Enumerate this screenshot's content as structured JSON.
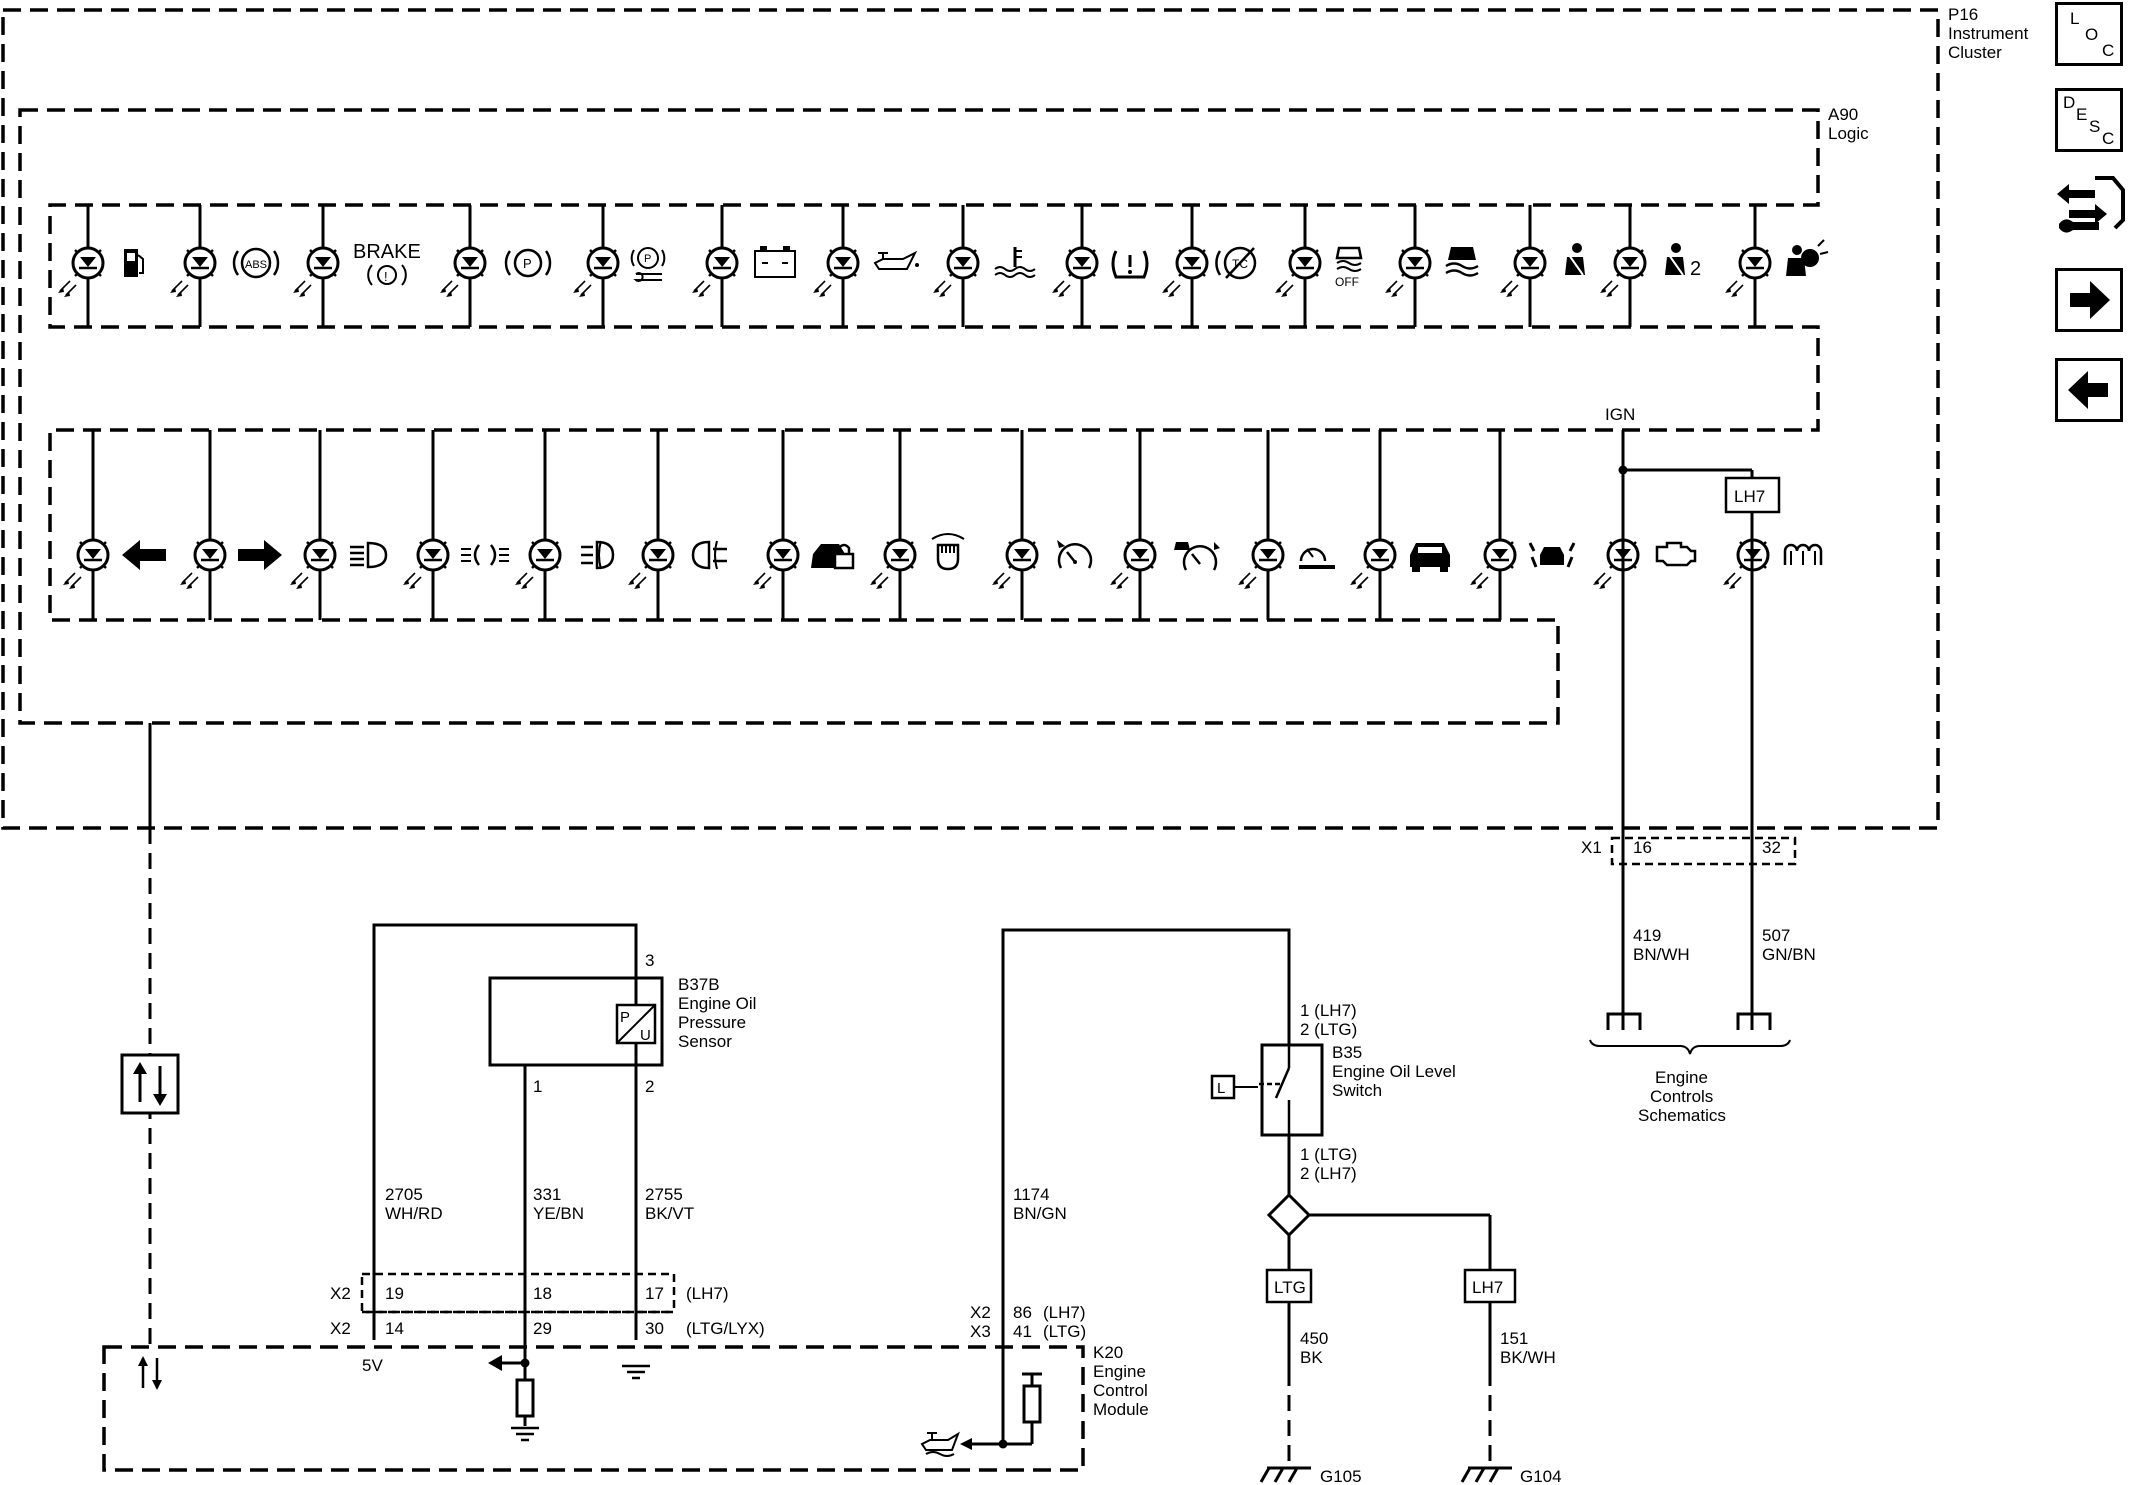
{
  "components": {
    "p16": {
      "id": "P16",
      "name_line1": "Instrument",
      "name_line2": "Cluster"
    },
    "a90": {
      "id": "A90",
      "name": "Logic"
    },
    "b37b": {
      "id": "B37B",
      "name_line1": "Engine Oil",
      "name_line2": "Pressure",
      "name_line3": "Sensor",
      "pin_signal": "1",
      "pin_low_ref": "2",
      "pin_5v": "3"
    },
    "b35": {
      "id": "B35",
      "name_line1": "Engine Oil Level",
      "name_line2": "Switch",
      "pin_top_1": "1 (LH7)",
      "pin_top_2": "2 (LTG)",
      "pin_bot_1": "1 (LTG)",
      "pin_bot_2": "2 (LH7)"
    },
    "k20": {
      "id": "K20",
      "name_line1": "Engine",
      "name_line2": "Control",
      "name_line3": "Module"
    }
  },
  "labels": {
    "brake": "BRAKE",
    "ign": "IGN",
    "lh7_box": "LH7",
    "ltg_box": "LTG",
    "lh7_box_ground": "LH7",
    "traction_off": "OFF",
    "seat_two": "2",
    "five_v": "5V",
    "engine_controls_1": "Engine",
    "engine_controls_2": "Controls",
    "engine_controls_3": "Schematics"
  },
  "connectors": {
    "x1": {
      "name": "X1",
      "pin_a": "16",
      "pin_b": "32"
    },
    "x2_top": {
      "name": "X2",
      "pins": [
        "19",
        "18",
        "17"
      ],
      "variant": "(LH7)"
    },
    "x2_bot": {
      "name": "X2",
      "pins": [
        "14",
        "29",
        "30"
      ],
      "variant": "(LTG/LYX)"
    },
    "k20_x2": {
      "name": "X2",
      "pin": "86",
      "variant": "(LH7)"
    },
    "k20_x3": {
      "name": "X3",
      "pin": "41",
      "variant": "(LTG)"
    }
  },
  "wires": [
    {
      "circuit": "419",
      "color": "BN/WH"
    },
    {
      "circuit": "507",
      "color": "GN/BN"
    },
    {
      "circuit": "2705",
      "color": "WH/RD"
    },
    {
      "circuit": "331",
      "color": "YE/BN"
    },
    {
      "circuit": "2755",
      "color": "BK/VT"
    },
    {
      "circuit": "1174",
      "color": "BN/GN"
    },
    {
      "circuit": "450",
      "color": "BK"
    },
    {
      "circuit": "151",
      "color": "BK/WH"
    }
  ],
  "grounds": {
    "g105": "G105",
    "g104": "G104"
  },
  "nav": {
    "loc": [
      "L",
      "O",
      "C"
    ],
    "desc": [
      "D",
      "E",
      "S",
      "C"
    ]
  },
  "icons": {
    "row1": [
      "fuel-icon",
      "abs-icon",
      "brake-icon",
      "park-brake-icon",
      "service-park-brake-icon",
      "battery-icon",
      "oil-pressure-icon",
      "coolant-temp-icon",
      "tire-pressure-icon",
      "traction-control-icon",
      "stability-off-icon",
      "stability-icon",
      "seatbelt-icon",
      "seatbelt-2-icon",
      "airbag-icon"
    ],
    "row2": [
      "turn-left-icon",
      "turn-right-icon",
      "high-beam-icon",
      "parking-lamp-icon",
      "front-fog-icon",
      "rear-fog-icon",
      "security-icon",
      "dome-lamp-icon",
      "cruise-icon",
      "adaptive-cruise-icon",
      "speed-limiter-icon",
      "vehicle-ahead-icon",
      "lane-keep-icon",
      "check-engine-icon",
      "glow-plug-icon"
    ]
  },
  "colors": {
    "line": "#000000",
    "background": "#ffffff"
  }
}
